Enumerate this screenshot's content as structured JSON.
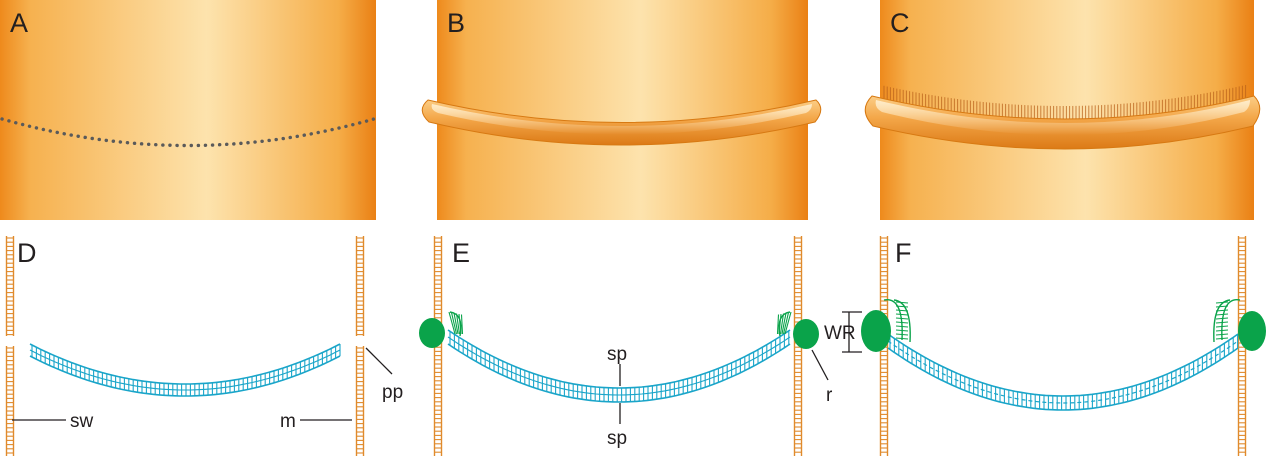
{
  "figure": {
    "panels": [
      {
        "id": "A",
        "label": "A"
      },
      {
        "id": "B",
        "label": "B"
      },
      {
        "id": "C",
        "label": "C"
      },
      {
        "id": "D",
        "label": "D"
      },
      {
        "id": "E",
        "label": "E"
      },
      {
        "id": "F",
        "label": "F"
      }
    ],
    "annotations": {
      "sw": "sw",
      "m": "m",
      "pp": "pp",
      "sp_top": "sp",
      "sp_bottom": "sp",
      "r": "r",
      "wr": "WR"
    },
    "colors": {
      "cell_wall_light": "#fde3ad",
      "cell_wall_dark": "#ee8a1c",
      "septum_blue": "#1aa5c9",
      "ring_green": "#0aa34a",
      "dotted_line": "#5a5a5a",
      "membrane_orange": "#e08a2c"
    }
  }
}
